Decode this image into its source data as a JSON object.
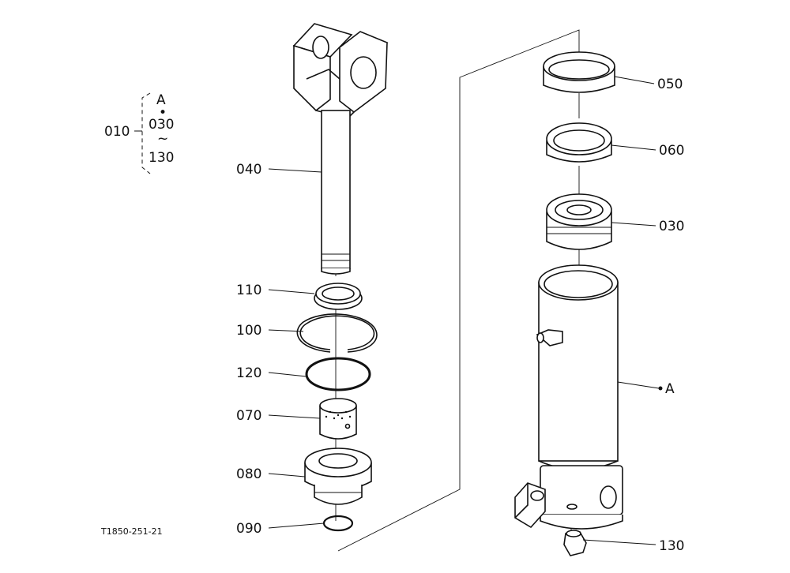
{
  "legend": {
    "main_ref": "010",
    "items": [
      "A",
      "•",
      "030",
      "~",
      "130"
    ]
  },
  "callouts": {
    "p040": "040",
    "p110": "110",
    "p100": "100",
    "p120": "120",
    "p070": "070",
    "p080": "080",
    "p090": "090",
    "p050": "050",
    "p060": "060",
    "p030": "030",
    "pA": "A",
    "p130": "130"
  },
  "drawing_code": "T1850-251-21"
}
